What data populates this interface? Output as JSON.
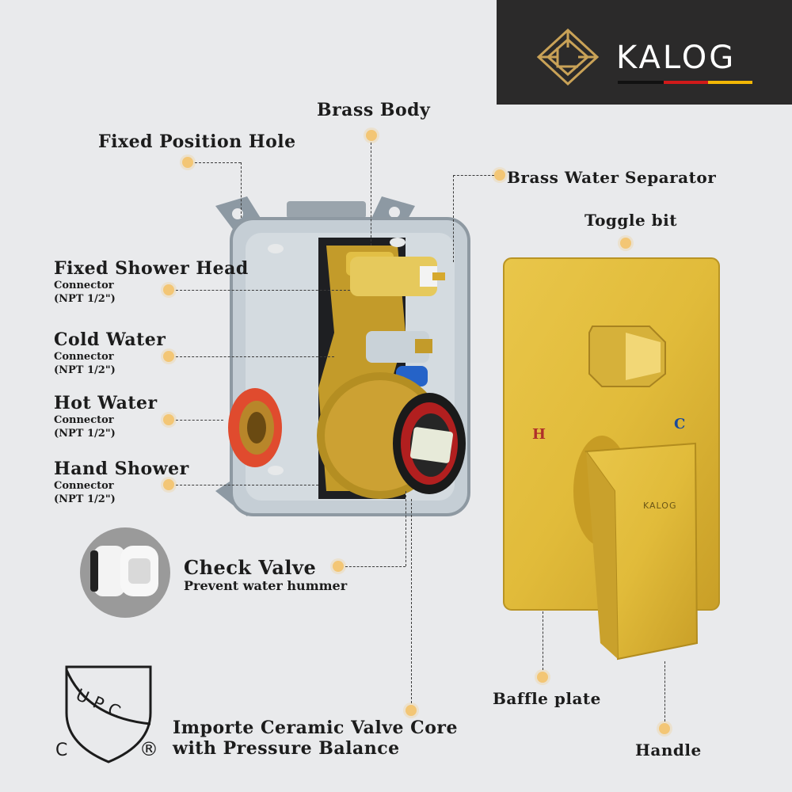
{
  "brand": {
    "name": "KALOG",
    "handle_logo_text": "KALOG"
  },
  "labels": {
    "brass_body": "Brass Body",
    "fixed_position_hole": "Fixed Position Hole",
    "brass_water_separator": "Brass Water Separator",
    "toggle_bit": "Toggle bit",
    "fixed_shower_head": "Fixed Shower Head",
    "fixed_shower_head_sub1": "Connector",
    "fixed_shower_head_sub2": "(NPT 1/2\")",
    "cold_water": "Cold Water",
    "cold_water_sub1": "Connector",
    "cold_water_sub2": "(NPT 1/2\")",
    "hot_water": "Hot Water",
    "hot_water_sub1": "Connector",
    "hot_water_sub2": "(NPT 1/2\")",
    "hand_shower": "Hand Shower",
    "hand_shower_sub1": "Connector",
    "hand_shower_sub2": "(NPT 1/2\")",
    "check_valve": "Check Valve",
    "check_valve_sub": "Prevent water hummer",
    "ceramic_line1": "Importe Ceramic Valve Core",
    "ceramic_line2": "with Pressure Balance",
    "baffle_plate": "Baffle plate",
    "handle": "Handle",
    "plate_hot": "H",
    "plate_cold": "C"
  },
  "cert": {
    "upc": "UPC",
    "c": "C",
    "r": "®"
  },
  "colors": {
    "brand_bg": "#2b2a2a",
    "gold": "#e3bf3a",
    "dot": "#f3c675",
    "hot": "#b0302a",
    "cold": "#1b4a9a"
  },
  "icons": [
    "kalog-logo-icon",
    "upc-shield-icon",
    "check-valve-icon",
    "toggle-icon"
  ]
}
